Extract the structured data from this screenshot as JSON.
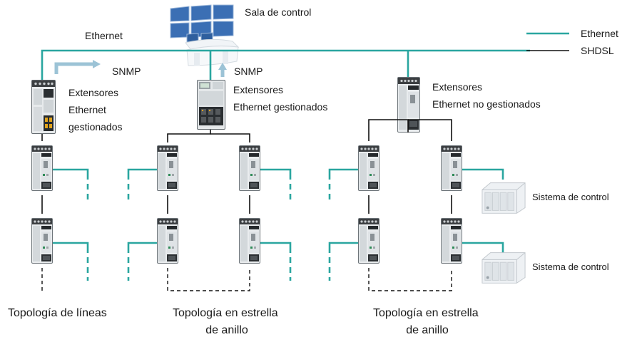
{
  "colors": {
    "ethernet": "#2aa6a0",
    "shdsl": "#111111",
    "snmp_arrow": "#9cc3d6"
  },
  "labels": {
    "control_room": "Sala de control",
    "ethernet_top": "Ethernet",
    "snmp_left": "SNMP",
    "snmp_center": "SNMP",
    "managed_left": [
      "Extensores",
      "Ethernet",
      "gestionados"
    ],
    "managed_center": [
      "Extensores",
      "Ethernet gestionados"
    ],
    "unmanaged_right": [
      "Extensores",
      "Ethernet no gestionados"
    ],
    "control_system_1": "Sistema de control",
    "control_system_2": "Sistema de control",
    "topology_lines": "Topología de líneas",
    "topology_star_center": [
      "Topología en estrella",
      "de anillo"
    ],
    "topology_star_right": [
      "Topología en estrella",
      "de anillo"
    ]
  },
  "legend": [
    {
      "label": "Ethernet",
      "type": "ethernet"
    },
    {
      "label": "SHDSL",
      "type": "shdsl"
    }
  ],
  "icons": {
    "control_room": "control-room-monitors-icon",
    "managed_extender": "managed-ethernet-extender-icon",
    "unmanaged_extender": "unmanaged-ethernet-extender-icon",
    "field_extender": "ethernet-extender-module-icon",
    "control_system": "plc-control-system-icon"
  }
}
